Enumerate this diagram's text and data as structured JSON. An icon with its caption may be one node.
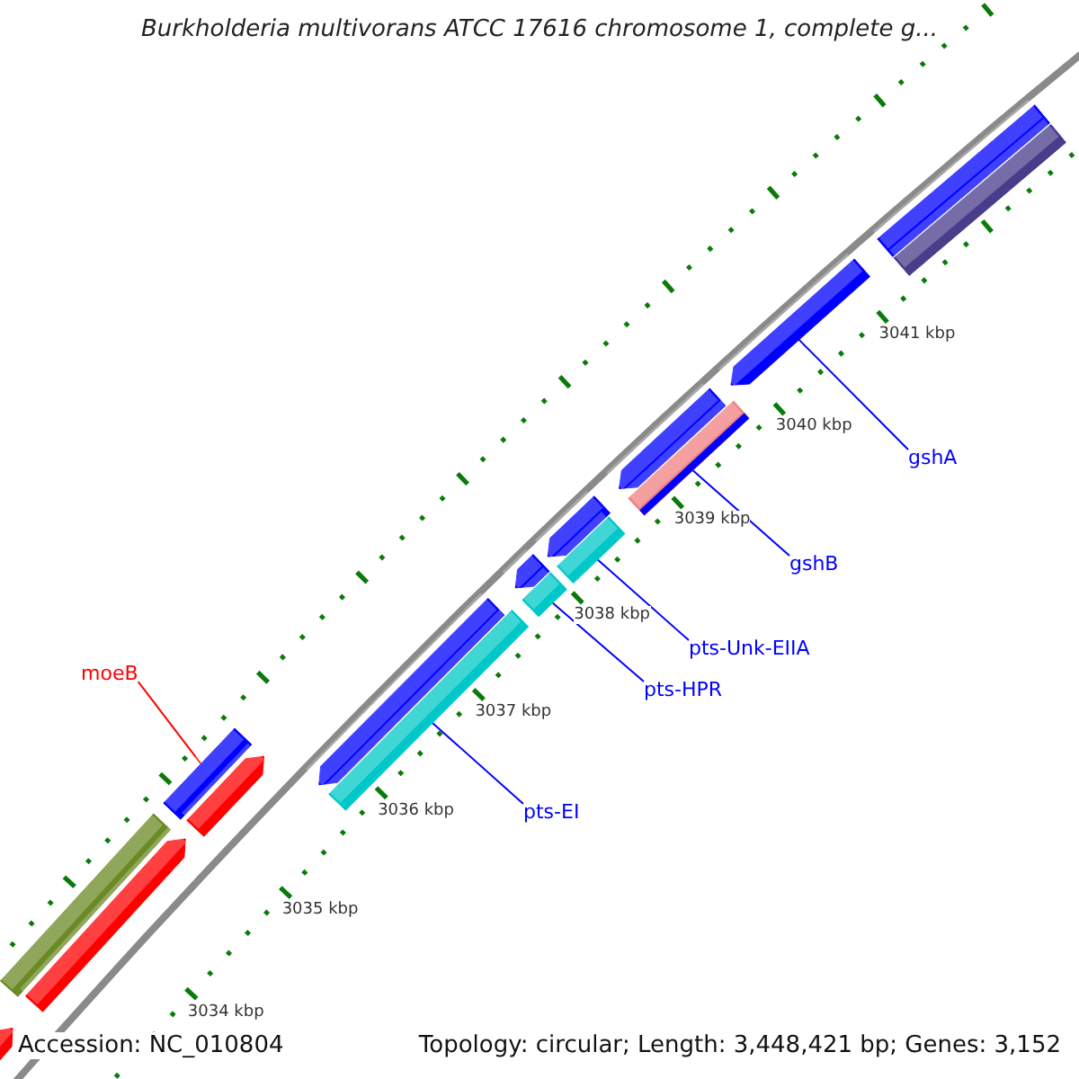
{
  "diagram": {
    "title": "Burkholderia multivorans ATCC 17616 chromosome 1, complete g...",
    "nodes": [
      {
        "text": [
          "moeB"
        ]
      },
      {
        "text": [
          "pts-EI"
        ]
      },
      {
        "text": [
          "pts-HPR"
        ]
      },
      {
        "text": [
          "pts-Unk-EIIA"
        ]
      },
      {
        "text": [
          "gshB"
        ]
      },
      {
        "text": [
          "gshA"
        ]
      },
      {
        "text": [],
        "shape": "arrow"
      },
      {
        "text": [],
        "shape": "bar"
      },
      {
        "text": [],
        "shape": "arrow"
      },
      {
        "text": [],
        "shape": "bar"
      },
      {
        "text": [],
        "shape": "arrow"
      },
      {
        "text": [],
        "shape": "arrow"
      },
      {
        "text": [],
        "shape": "bar"
      },
      {
        "text": [],
        "shape": "arrow"
      },
      {
        "text": [],
        "shape": "bar"
      },
      {
        "text": [],
        "shape": "arrow"
      },
      {
        "text": [],
        "shape": "bar"
      },
      {
        "text": [],
        "shape": "arrow"
      },
      {
        "text": [],
        "shape": "bar"
      },
      {
        "text": [],
        "shape": "arrow"
      },
      {
        "text": [],
        "shape": "bar"
      },
      {
        "text": [],
        "shape": "bar"
      }
    ],
    "edges": [
      {
        "from": 0,
        "to": 9,
        "arrow": "none",
        "color": "#ff0000"
      },
      {
        "from": 1,
        "to": 12,
        "arrow": "none"
      },
      {
        "from": 2,
        "to": 14,
        "arrow": "none"
      },
      {
        "from": 3,
        "to": 16,
        "arrow": "none"
      },
      {
        "from": 4,
        "to": 18,
        "arrow": "none"
      },
      {
        "from": 5,
        "to": 19,
        "arrow": "none"
      }
    ],
    "labels": [
      "3041 kbp",
      "3040 kbp",
      "3039 kbp",
      "3038 kbp",
      "3037 kbp",
      "3036 kbp",
      "3035 kbp",
      "3034 kbp",
      "Accession: NC_010804",
      "Topology: circular; Length: 3,448,421 bp; Genes: 3,152"
    ]
  }
}
